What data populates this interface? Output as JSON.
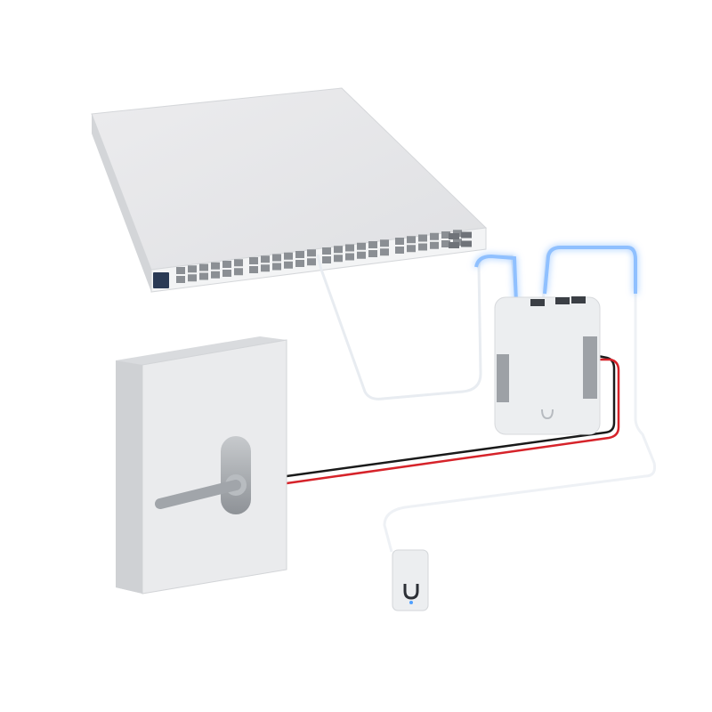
{
  "colors": {
    "background": "#ffffff",
    "device_body": "#e9eaec",
    "device_side": "#cfd1d4",
    "port": "#8b8f94",
    "cable_white": "#f4f6f8",
    "cable_glow": "#7fb6ff",
    "wire_red": "#d6232a",
    "wire_black": "#1a1a1a",
    "handle": "#a9adb2",
    "brand_blue": "#1a6fd6"
  },
  "devices": [
    {
      "id": "switch",
      "icon": "network-switch-icon"
    },
    {
      "id": "door-hub",
      "icon": "access-hub-icon"
    },
    {
      "id": "door",
      "icon": "door-lever-icon"
    },
    {
      "id": "reader",
      "icon": "card-reader-icon"
    }
  ]
}
